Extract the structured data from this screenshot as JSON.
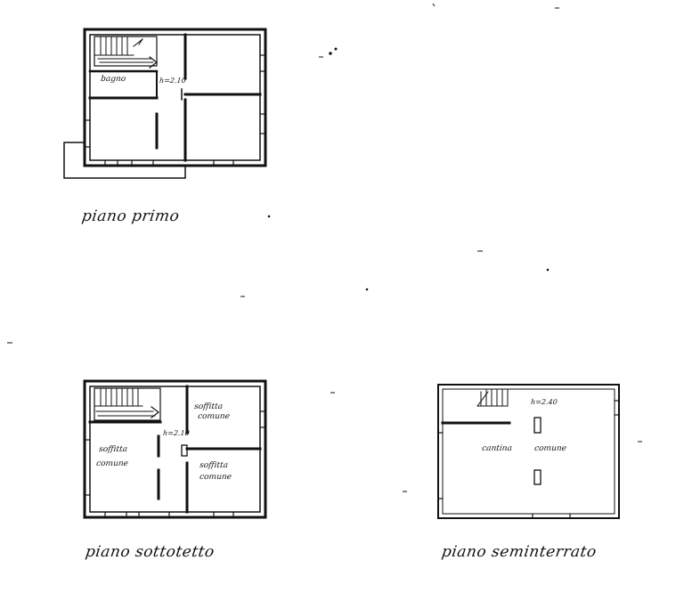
{
  "drawing": {
    "line_color": "#111111",
    "background": "#ffffff"
  },
  "plans": {
    "first": {
      "caption": "piano primo",
      "labels": {
        "bathroom": "bagno",
        "height": "h=2.10"
      }
    },
    "attic": {
      "caption": "piano sottotetto",
      "labels": {
        "loft_left_1": "soffitta",
        "loft_left_2": "comune",
        "loft_tr_1": "soffitta",
        "loft_tr_2": "comune",
        "loft_br_1": "soffitta",
        "loft_br_2": "comune",
        "height": "h=2.10"
      }
    },
    "basement": {
      "caption": "piano seminterrato",
      "labels": {
        "cellar_1": "cantina",
        "cellar_2": "comune",
        "height": "h=2.40"
      }
    }
  }
}
